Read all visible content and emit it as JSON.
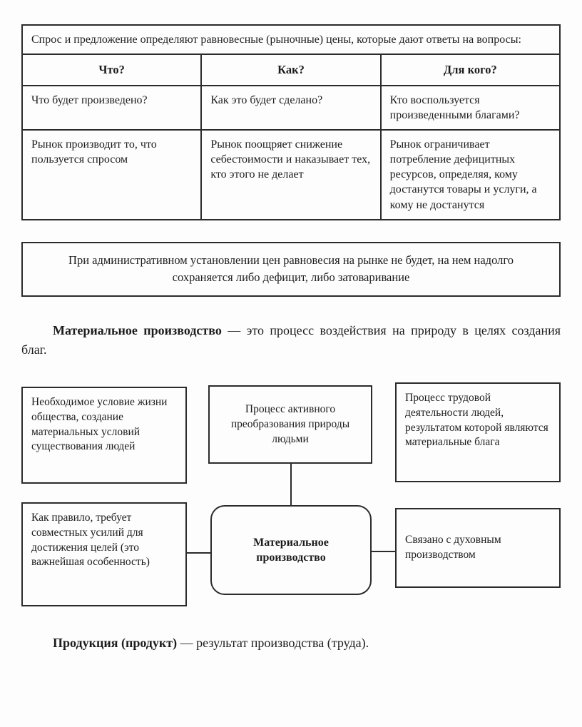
{
  "table": {
    "intro": "Спрос и предложение определяют равновесные (рыночные) цены, которые дают ответы на вопросы:",
    "headers": [
      "Что?",
      "Как?",
      "Для кого?"
    ],
    "rows": [
      [
        "Что будет произведено?",
        "Как это будет сделано?",
        "Кто воспользуется произведенными благами?"
      ],
      [
        "Рынок производит то, что пользуется спросом",
        "Рынок поощряет снижение себестоимости и наказывает тех, кто этого не делает",
        "Рынок ограничивает потребление дефицитных ресурсов, определяя, кому достанутся товары и услуги, а кому не достанутся"
      ]
    ]
  },
  "note": "При административном установлении цен равновесия на рынке не будет, на нем надолго сохраняется либо дефицит, либо затоваривание",
  "paragraph1": {
    "bold": "Материальное производство",
    "text": " — это процесс воздействия на природу в целях создания благ."
  },
  "diagram": {
    "top_left": "Необходимое условие жизни общества, создание материальных условий существования людей",
    "top_middle": "Процесс активного преобразования природы людьми",
    "top_right": "Процесс трудовой деятельности людей, результатом которой являются материальные блага",
    "bottom_left": "Как правило, требует совместных усилий для достижения целей (это важнейшая особенность)",
    "center": "Материальное производство",
    "right": "Связано с духовным производством"
  },
  "paragraph2": {
    "bold": "Продукция (продукт)",
    "text": " — результат производства (труда)."
  }
}
